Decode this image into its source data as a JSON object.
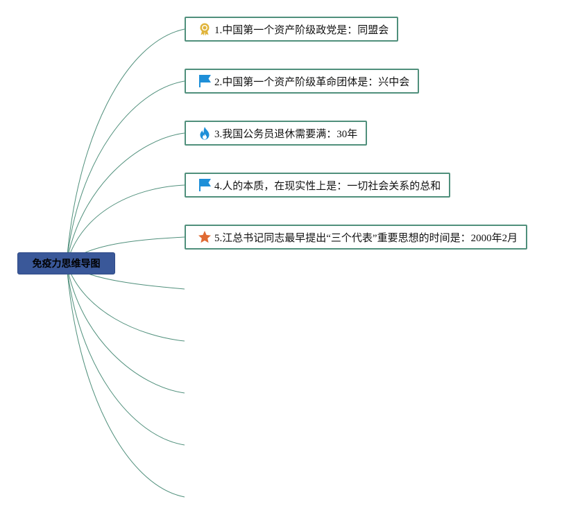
{
  "root": {
    "label": "免疫力思维导图"
  },
  "topics": [
    {
      "label": "1.中国第一个资产阶级政党是：同盟会",
      "icon": "award-ribbon-icon",
      "icon_color": "#e0b43a"
    },
    {
      "label": "2.中国第一个资产阶级革命团体是：兴中会",
      "icon": "flag-icon",
      "icon_color": "#1e8fd8"
    },
    {
      "label": "3.我国公务员退休需要满：30年",
      "icon": "flame-icon",
      "icon_color": "#1e8fd8"
    },
    {
      "label": "4.人的本质，在现实性上是：一切社会关系的总和",
      "icon": "flag-icon",
      "icon_color": "#1e8fd8"
    },
    {
      "label": "5.江总书记同志最早提出“三个代表”重要思想的时间是：2000年2月",
      "icon": "star-icon",
      "icon_color": "#e06a33"
    }
  ],
  "colors": {
    "connector": "#4f8f7b",
    "root_fill": "#3a5899",
    "topic_border": "#4f8f7b"
  }
}
